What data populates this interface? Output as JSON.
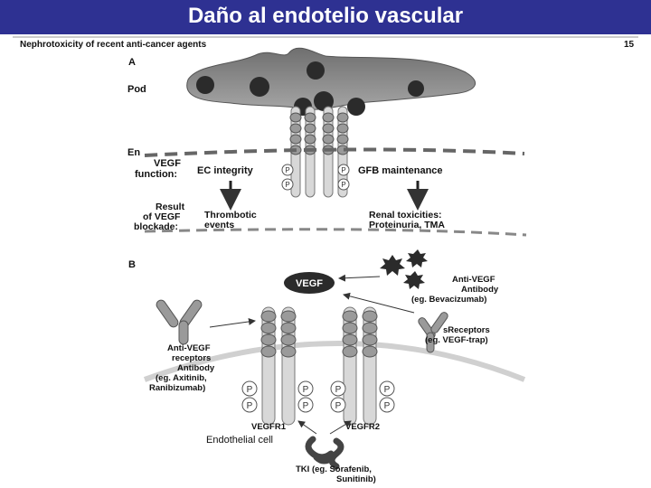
{
  "slide": {
    "title": "Daño al endotelio vascular"
  },
  "figure": {
    "header": "Nephrotoxicity of recent anti-cancer agents",
    "page_number": "15",
    "panel_a": {
      "label": "A",
      "pod": "Pod",
      "en": "En",
      "vegf_function": [
        "VEGF",
        "function:"
      ],
      "ec_integrity": "EC integrity",
      "gfb_maintenance": "GFB maintenance",
      "result": [
        "Result",
        "of VEGF",
        "blockade:"
      ],
      "thrombotic": [
        "Thrombotic",
        "events"
      ],
      "renal": [
        "Renal toxicities:",
        "Proteinuria, TMA"
      ]
    },
    "panel_b": {
      "label": "B",
      "vegf": "VEGF",
      "anti_vegf_antibody": [
        "Anti-VEGF",
        "Antibody",
        "(eg. Bevacizumab)"
      ],
      "s_receptors": [
        "sReceptors",
        "(eg. VEGF-trap)"
      ],
      "anti_receptor": [
        "Anti-VEGF",
        "receptors",
        "Antibody",
        "(eg. Axitinib,",
        "Ranibizumab)"
      ],
      "vegfr1": "VEGFR1",
      "vegfr2": "VEGFR2",
      "endothelial": "Endothelial cell",
      "tki": [
        "TKI (eg. Sorafenib,",
        "Sunitinib)"
      ],
      "p": "P"
    },
    "colors": {
      "title_bg": "#2e3192",
      "title_text": "#ffffff",
      "cell": "#8a8a8a",
      "dark": "#2b2b2b",
      "light": "#d8d8d8"
    }
  }
}
